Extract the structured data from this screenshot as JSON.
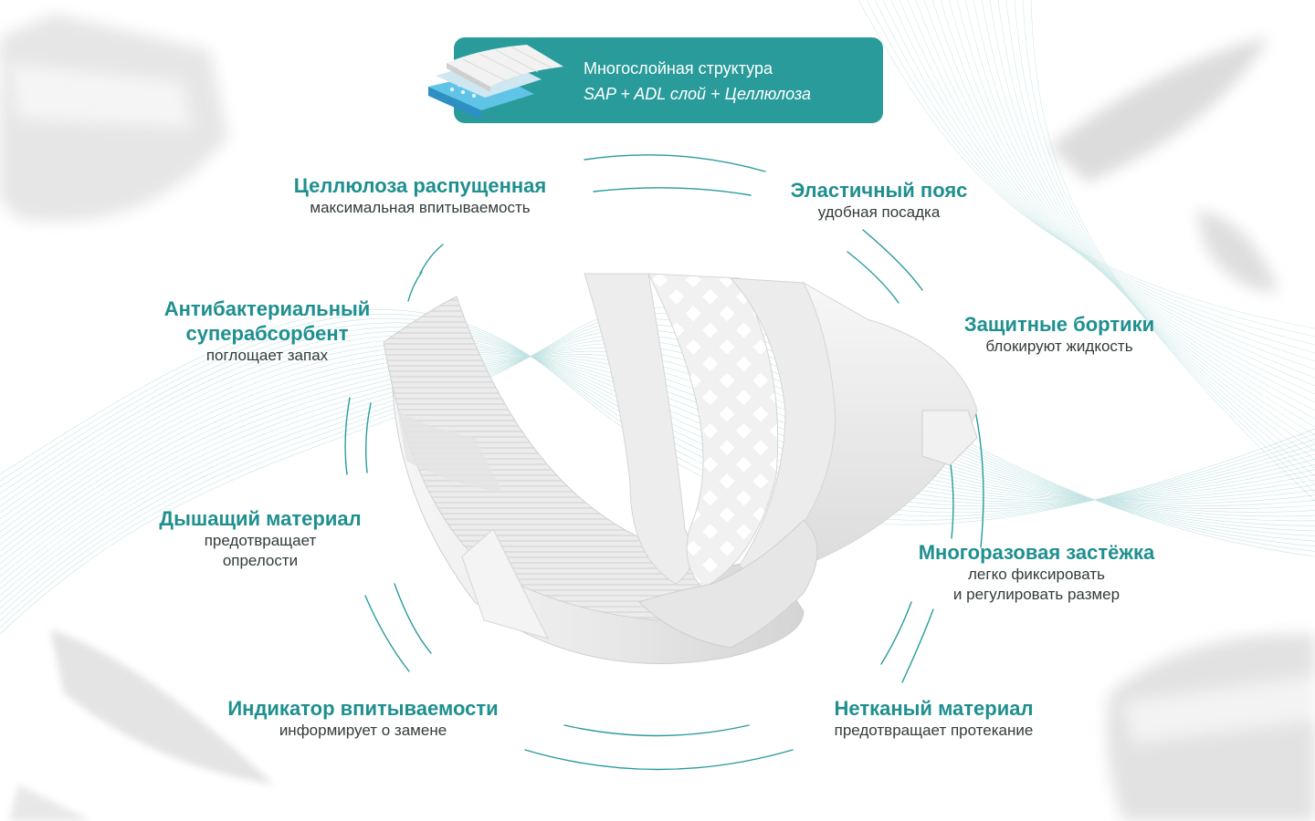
{
  "badge": {
    "title": "Многослойная структура",
    "subtitle": "SAP + ADL слой + Целлюлоза"
  },
  "features": [
    {
      "title": "Целлюлоза распущенная",
      "subtitle": "максимальная впитываемость"
    },
    {
      "title": "Эластичный пояс",
      "subtitle": "удобная посадка"
    },
    {
      "title_line1": "Антибактериальный",
      "title_line2": "суперабсорбент",
      "subtitle": "поглощает запах"
    },
    {
      "title": "Защитные бортики",
      "subtitle": "блокируют жидкость"
    },
    {
      "title": "Дышащий материал",
      "subtitle_line1": "предотвращает",
      "subtitle_line2": "опрелости"
    },
    {
      "title": "Многоразовая застёжка",
      "subtitle_line1": "легко фиксировать",
      "subtitle_line2": "и регулировать размер"
    },
    {
      "title": "Индикатор впитываемости",
      "subtitle": "информирует о  замене"
    },
    {
      "title": "Нетканый материал",
      "subtitle": "предотвращает протекание"
    }
  ],
  "colors": {
    "accent": "#2a9b9b",
    "feature_title": "#1f8f8f",
    "feature_text": "#333b3b",
    "background": "#ffffff"
  },
  "icons": {
    "badge": "layered-material-icon",
    "product": "diaper-illustration"
  }
}
